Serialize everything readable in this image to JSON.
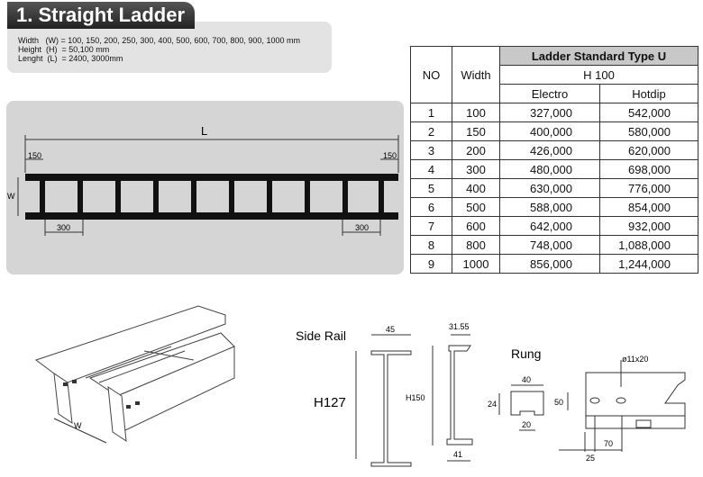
{
  "title": "1. Straight Ladder",
  "specs": [
    "Width   (W) = 100, 150, 200, 250, 300, 400, 500, 600, 700, 800, 900, 1000 mm",
    "Height  (H)  = 50,100 mm",
    "Lenght  (L)  = 2400, 3000mm"
  ],
  "ladder_diagram": {
    "length": "L",
    "end_left": "150",
    "end_right": "150",
    "width": "W",
    "pitch_left": "300",
    "pitch_right": "300"
  },
  "table": {
    "no": "NO",
    "width": "Width",
    "type": "Ladder Standard Type U",
    "height": "H 100",
    "electro": "Electro",
    "hotdip": "Hotdip",
    "rows": [
      [
        "1",
        "100",
        "327,000",
        "542,000"
      ],
      [
        "2",
        "150",
        "400,000",
        "580,000"
      ],
      [
        "3",
        "200",
        "426,000",
        "620,000"
      ],
      [
        "4",
        "300",
        "480,000",
        "698,000"
      ],
      [
        "5",
        "400",
        "630,000",
        "776,000"
      ],
      [
        "6",
        "500",
        "588,000",
        "854,000"
      ],
      [
        "7",
        "600",
        "642,000",
        "932,000"
      ],
      [
        "8",
        "800",
        "748,000",
        "1,088,000"
      ],
      [
        "9",
        "1000",
        "856,000",
        "1,244,000"
      ]
    ]
  },
  "iso": {
    "width": "W"
  },
  "side_rail": {
    "label": "Side Rail",
    "h127": "H127",
    "w45": "45",
    "h150": "H150",
    "w3155": "31.55",
    "w41": "41"
  },
  "rung": {
    "label": "Rung",
    "w40": "40",
    "h24": "24",
    "w20": "20",
    "hole": "ø11x20",
    "h50": "50",
    "d70": "70",
    "d25": "25"
  }
}
